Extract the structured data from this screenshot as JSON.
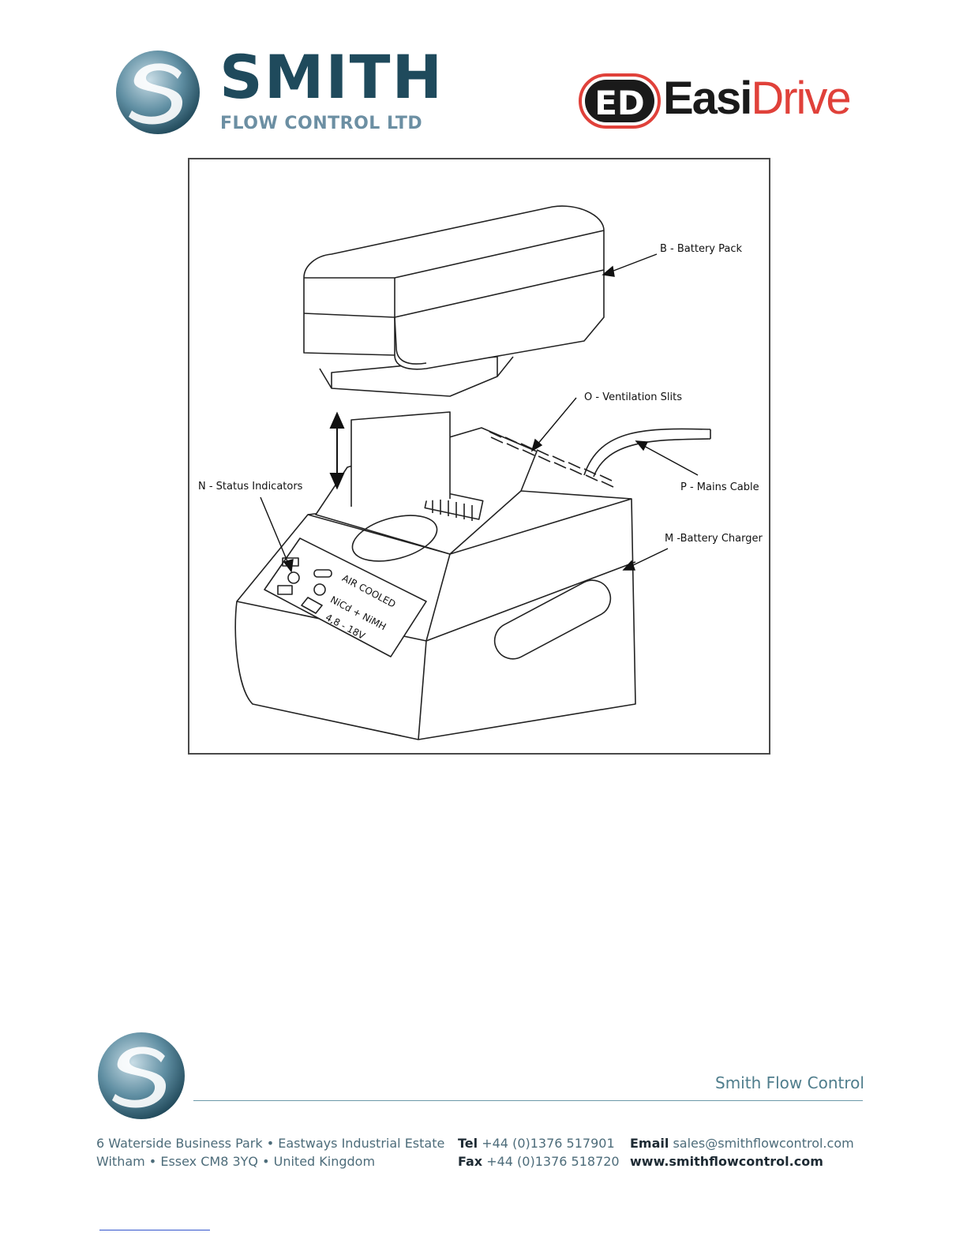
{
  "header": {
    "smith_logo": {
      "name": "SMITH",
      "subtitle": "FLOW CONTROL LTD",
      "icon": "smith-s-globe-icon",
      "color": "#1f4a5c"
    },
    "easidrive_logo": {
      "badge": "ED",
      "word_part1": "Easi",
      "word_part2": "Drive",
      "accent": "#e0413a"
    }
  },
  "figure": {
    "callouts": {
      "battery_pack": "B - Battery Pack",
      "ventilation_slits": "O - Ventilation Slits",
      "status_indicators": "N - Status Indicators",
      "mains_cable": "P - Mains Cable",
      "battery_charger": "M -Battery Charger"
    },
    "panel_text": {
      "air_cooled": "AIR COOLED",
      "chemistry": "NiCd + NiMH",
      "voltage": "4,8 - 18V"
    }
  },
  "footer": {
    "brand": "Smith Flow Control",
    "address_line1": "6 Waterside Business Park • Eastways Industrial Estate",
    "address_line2": "Witham • Essex CM8 3YQ • United Kingdom",
    "tel_label": "Tel",
    "tel": "+44 (0)1376 517901",
    "fax_label": "Fax",
    "fax": "+44 (0)1376 518720",
    "email_label": "Email",
    "email": "sales@smithflowcontrol.com",
    "website": "www.smithflowcontrol.com"
  }
}
